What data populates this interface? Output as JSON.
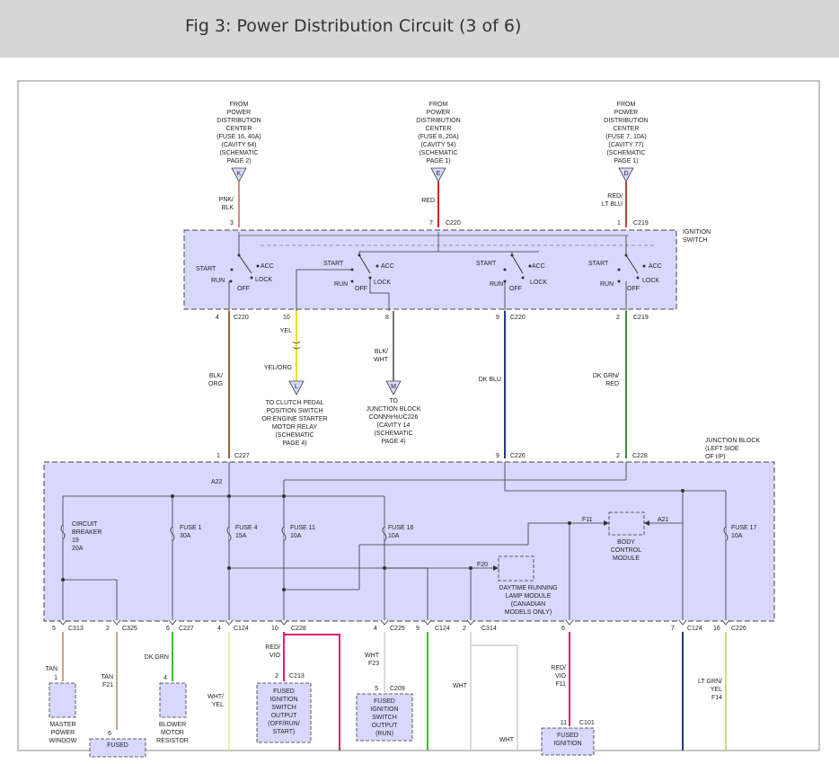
{
  "page": {
    "title": "Fig 3: Power Distribution Circuit (3 of 6)"
  },
  "colors": {
    "header_bg": "#d6d6d6",
    "box_fill": "#d8d8ff",
    "wire_pnk_blk": "#d68a8a",
    "wire_red": "#d62020",
    "wire_red_ltblu": "#c83c3c",
    "wire_blk_org": "#9a6a3a",
    "wire_yel": "#f0e020",
    "wire_dk_blu": "#203c8c",
    "wire_dk_grn_red": "#3a8a3a",
    "wire_green": "#3cbc3c",
    "wire_red_vio": "#e0206a",
    "wire_white": "#cfcfcf",
    "wire_lt_grn_yel": "#a8d860"
  },
  "top_sources": [
    {
      "lines": [
        "FROM",
        "POWER",
        "DISTRIBUTION",
        "CENTER",
        "(FUSE 16, 40A)",
        "(CAVITY 64)",
        "(SCHEMATIC",
        "PAGE 2)"
      ],
      "pin": "K",
      "wire": [
        "PNK/",
        "BLK"
      ],
      "cavity": "3",
      "conn": ""
    },
    {
      "lines": [
        "FROM",
        "POWER",
        "DISTRIBUTION",
        "CENTER",
        "(FUSE 8, 20A)",
        "(CAVITY 54)",
        "(SCHEMATIC",
        "PAGE 1)"
      ],
      "pin": "E",
      "wire": [
        "RED"
      ],
      "cavity": "7",
      "conn": "C220"
    },
    {
      "lines": [
        "FROM",
        "POWER",
        "DISTRIBUTION",
        "CENTER",
        "(FUSE 7, 10A)",
        "(CAVITY 77)",
        "(SCHEMATIC",
        "PAGE 1)"
      ],
      "pin": "D",
      "wire": [
        "RED/",
        "LT BLU"
      ],
      "cavity": "1",
      "conn": "C219"
    }
  ],
  "ignition_switch": {
    "label": [
      "IGNITION",
      "SWITCH"
    ],
    "start": "START",
    "acc": "ACC",
    "run": "RUN",
    "lock": "LOCK",
    "off": "OFF"
  },
  "switch_outputs": [
    {
      "cavity": "4",
      "conn": "C220",
      "wire": [
        "BLK/",
        "ORG"
      ]
    },
    {
      "cavity": "10",
      "conn": "",
      "wire": [
        "YEL"
      ],
      "wire2": [
        "YEL/ORG"
      ],
      "pin": "L",
      "dest": [
        "TO CLUTCH PEDAL",
        "POSITION SWITCH",
        "OR ENGINE STARTER",
        "MOTOR RELAY",
        "(SCHEMATIC",
        "PAGE 4)"
      ]
    },
    {
      "cavity": "8",
      "conn": "",
      "wire": [
        "BLK/",
        "WHT"
      ],
      "pin": "M",
      "dest": [
        "TO",
        "JUNCTION BLOCK",
        "CONN%%UC226",
        "(CAVITY 14",
        "(SCHEMATIC",
        "PAGE 4)"
      ]
    },
    {
      "cavity": "9",
      "conn": "C220",
      "wire": [
        "DK BLU"
      ]
    },
    {
      "cavity": "2",
      "conn": "C219",
      "wire": [
        "DK GRN/",
        "RED"
      ]
    }
  ],
  "junction_block": {
    "label": [
      "JUNCTION BLOCK",
      "(LEFT SIDE",
      "OF I/P)"
    ],
    "inputs": [
      {
        "cavity": "1",
        "conn": "C227"
      },
      {
        "cavity": "9",
        "conn": "C226"
      },
      {
        "cavity": "2",
        "conn": "C228"
      }
    ],
    "a22": "A22",
    "fuses": [
      {
        "lines": [
          "CIRCUIT",
          "BREAKER",
          "19",
          "20A"
        ]
      },
      {
        "lines": [
          "FUSE 1",
          "30A"
        ]
      },
      {
        "lines": [
          "FUSE 4",
          "15A"
        ]
      },
      {
        "lines": [
          "FUSE 11",
          "10A"
        ]
      },
      {
        "lines": [
          "FUSE 16",
          "10A"
        ]
      },
      {
        "lines": [
          "FUSE 17",
          "10A"
        ]
      }
    ],
    "bcm": {
      "lines": [
        "BODY",
        "CONTROL",
        "MODULE"
      ],
      "f11": "F11",
      "a21": "A21"
    },
    "drl": {
      "lines": [
        "DAYTIME RUNNING",
        "LAMP MODULE",
        "(CANADIAN",
        "MODELS ONLY)"
      ],
      "f20": "F20"
    }
  },
  "bottom_outputs": [
    {
      "cavity": "5",
      "conn": "C313",
      "wire": [
        "TAN"
      ]
    },
    {
      "cavity": "2",
      "conn": "C325",
      "wire": [
        "TAN",
        "F21"
      ]
    },
    {
      "cavity": "6",
      "conn": "C227",
      "wire": [
        "DK GRN"
      ]
    },
    {
      "cavity": "4",
      "conn": "C124",
      "wire": [
        "WHT/",
        "YEL"
      ]
    },
    {
      "cavity": "10",
      "conn": "C228",
      "wire": [
        "RED/",
        "VIO"
      ]
    },
    {
      "cavity": "4",
      "conn": "C225",
      "wire": [
        "WHT",
        "F23"
      ]
    },
    {
      "cavity": "9",
      "conn": "C124",
      "wire": []
    },
    {
      "cavity": "2",
      "conn": "C314",
      "wire": [
        "WHT"
      ],
      "wire2": [
        "WHT"
      ]
    },
    {
      "cavity": "6",
      "conn": "",
      "wire": [
        "RED/",
        "VIO",
        "F11"
      ]
    },
    {
      "cavity": "7",
      "conn": "C124",
      "wire": [
        "LT GRN/",
        "YEL",
        "F14"
      ]
    },
    {
      "cavity": "16",
      "conn": "C226",
      "wire": []
    }
  ],
  "loads": [
    {
      "pin": "1",
      "lines": [
        "MASTER",
        "POWER",
        "WINDOW"
      ]
    },
    {
      "pin": "6",
      "lines": [
        "FUSED"
      ]
    },
    {
      "pin": "4",
      "lines": [
        "BLOWER",
        "MOTOR",
        "RESISTOR"
      ]
    },
    {
      "pin": "2",
      "conn": "C213",
      "lines": [
        "FUSED",
        "IGNITION",
        "SWITCH",
        "OUTPUT",
        "(OFF/RUN/",
        "START)"
      ]
    },
    {
      "pin": "5",
      "conn": "C209",
      "lines": [
        "FUSED",
        "IGNITION",
        "SWITCH",
        "OUTPUT",
        "(RUN)"
      ]
    },
    {
      "pin": "11",
      "conn": "C101",
      "lines": [
        "FUSED",
        "IGNITION"
      ]
    }
  ]
}
